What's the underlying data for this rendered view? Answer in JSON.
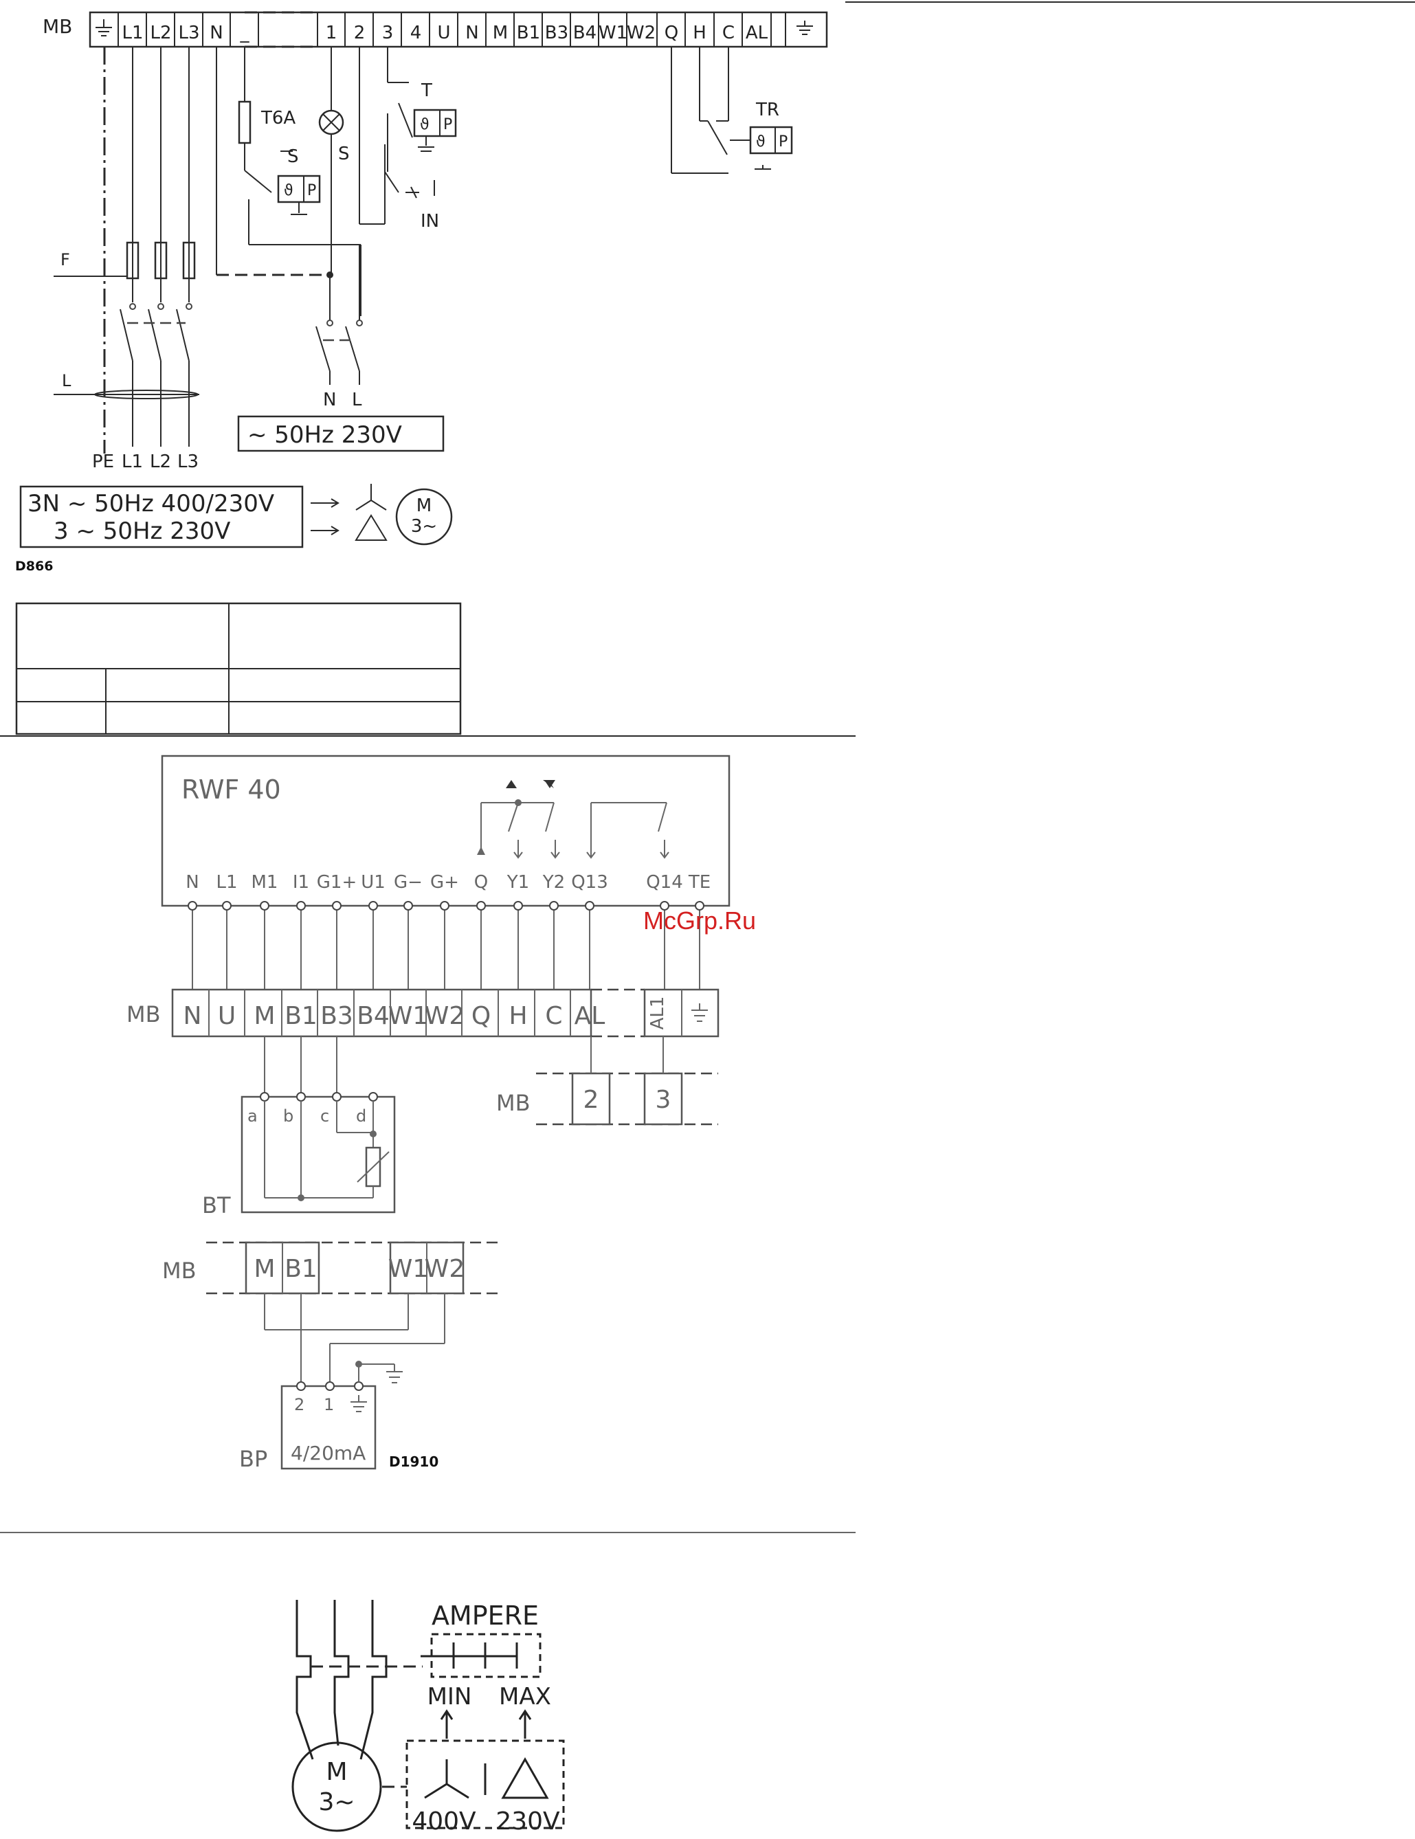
{
  "diagram1": {
    "mb_label": "MB",
    "terminals": [
      "L1",
      "L2",
      "L3",
      "N",
      "_",
      "1",
      "2",
      "3",
      "4",
      "U",
      "N",
      "M",
      "B1",
      "B3",
      "B4",
      "W1",
      "W2",
      "Q",
      "H",
      "C",
      "AL"
    ],
    "fuse_label": "T6A",
    "lamp_label": "S",
    "s_label": "S",
    "t_label": "T",
    "tr_label": "TR",
    "in_label": "IN",
    "f_label": "F",
    "l_label": "L",
    "n_label": "N",
    "l2_label": "L",
    "supply_230": "~ 50Hz 230V",
    "pe_labels": [
      "PE",
      "L1",
      "L2",
      "L3"
    ],
    "supply_three_1": "3N ~ 50Hz 400/230V",
    "supply_three_2": "3 ~ 50Hz 230V",
    "motor_label": "M",
    "motor_sub": "3~",
    "code": "D866"
  },
  "diagram2": {
    "controller": "RWF 40",
    "rwf_terminals": [
      "N",
      "L1",
      "M1",
      "I1",
      "G1+",
      "U1",
      "G−",
      "G+",
      "Q",
      "Y1",
      "Y2",
      "Q13",
      "Q14",
      "TE"
    ],
    "mb_label": "MB",
    "mb_terminals": [
      "N",
      "U",
      "M",
      "B1",
      "B3",
      "B4",
      "W1",
      "W2",
      "Q",
      "H",
      "C",
      "AL"
    ],
    "mb_al1": "AL1",
    "mb2_label": "MB",
    "mb2_terminals": [
      "2",
      "3"
    ],
    "bt_label": "BT",
    "bt_pins": [
      "a",
      "b",
      "c",
      "d"
    ],
    "mb3_label": "MB",
    "mb3_terminals": [
      "M",
      "B1",
      "W1",
      "W2"
    ],
    "bp_label": "BP",
    "bp_pins": [
      "2",
      "1"
    ],
    "bp_signal": "4/20mA",
    "code": "D1910",
    "watermark": "McGrp.Ru"
  },
  "diagram3": {
    "ampere": "AMPERE",
    "min": "MIN",
    "max": "MAX",
    "motor_label": "M",
    "motor_sub": "3~",
    "v400": "400V",
    "v230": "230V"
  }
}
